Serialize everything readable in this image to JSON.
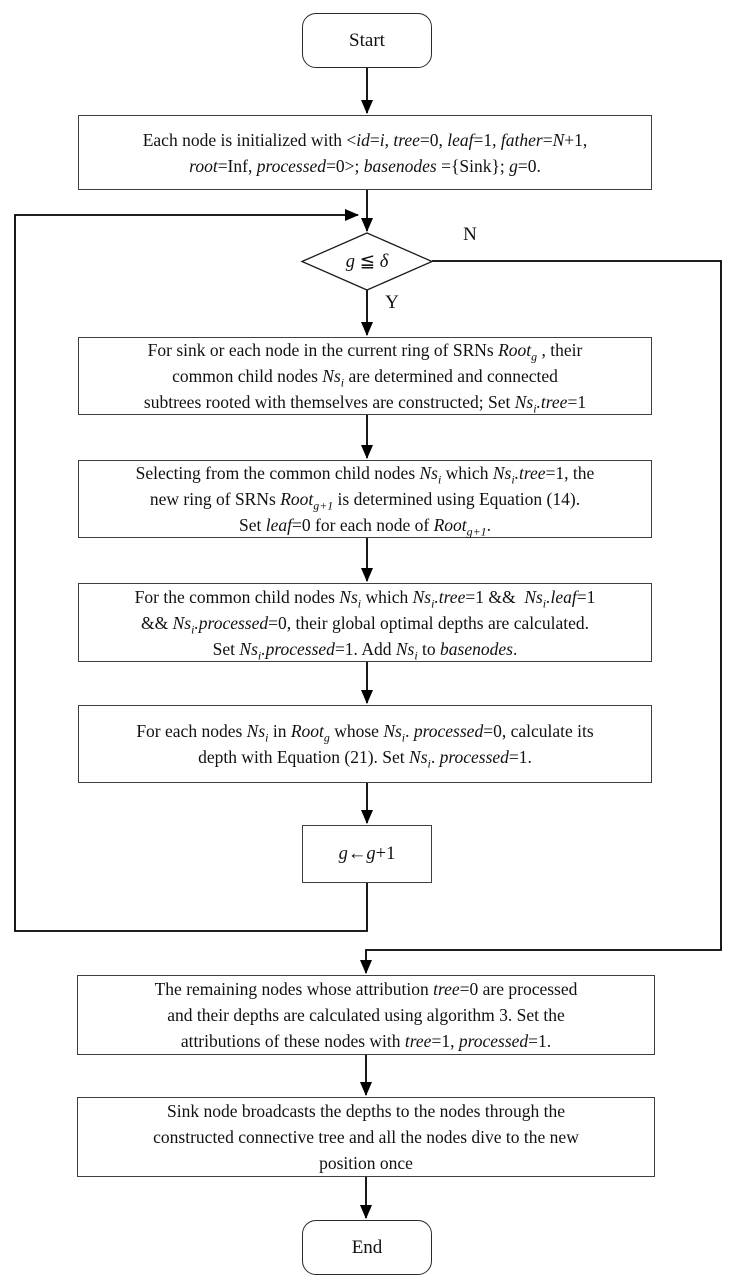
{
  "colors": {
    "line": "#000000",
    "box_border": "#3f3f3f",
    "background": "#ffffff",
    "text": "#111111"
  },
  "edge_labels": {
    "no": "N",
    "yes": "Y"
  },
  "nodes": {
    "start": {
      "label": "Start"
    },
    "end": {
      "label": "End"
    },
    "decision": {
      "lines": [
        [
          {
            "t": "g",
            "s": "i"
          },
          {
            "t": " ≦ "
          },
          {
            "t": "δ",
            "s": "i"
          }
        ]
      ]
    },
    "init": {
      "lines": [
        [
          {
            "t": "Each node is initialized with <"
          },
          {
            "t": "id",
            "s": "i"
          },
          {
            "t": "="
          },
          {
            "t": "i",
            "s": "i"
          },
          {
            "t": ", "
          },
          {
            "t": "tree",
            "s": "i"
          },
          {
            "t": "=0, "
          },
          {
            "t": "leaf",
            "s": "i"
          },
          {
            "t": "=1, "
          },
          {
            "t": "father",
            "s": "i"
          },
          {
            "t": "="
          },
          {
            "t": "N",
            "s": "i"
          },
          {
            "t": "+1,"
          }
        ],
        [
          {
            "t": "root",
            "s": "i"
          },
          {
            "t": "=Inf, "
          },
          {
            "t": "processed",
            "s": "i"
          },
          {
            "t": "=0>; "
          },
          {
            "t": "basenodes",
            "s": "i"
          },
          {
            "t": " ={Sink}; "
          },
          {
            "t": "g",
            "s": "i"
          },
          {
            "t": "=0."
          }
        ]
      ]
    },
    "box1": {
      "lines": [
        [
          {
            "t": "For sink or each node in the current ring of SRNs "
          },
          {
            "t": "Root",
            "s": "i"
          },
          {
            "t": "g",
            "s": "isub"
          },
          {
            "t": " , their"
          }
        ],
        [
          {
            "t": "common child nodes "
          },
          {
            "t": "Ns",
            "s": "i"
          },
          {
            "t": "i",
            "s": "isub"
          },
          {
            "t": " are determined and connected"
          }
        ],
        [
          {
            "t": "subtrees rooted with themselves are constructed; Set "
          },
          {
            "t": "Ns",
            "s": "i"
          },
          {
            "t": "i",
            "s": "isub"
          },
          {
            "t": ".tree",
            "s": "i"
          },
          {
            "t": "=1"
          }
        ]
      ]
    },
    "box2": {
      "lines": [
        [
          {
            "t": "Selecting from the common child nodes "
          },
          {
            "t": "Ns",
            "s": "i"
          },
          {
            "t": "i",
            "s": "isub"
          },
          {
            "t": " which "
          },
          {
            "t": "Ns",
            "s": "i"
          },
          {
            "t": "i",
            "s": "isub"
          },
          {
            "t": ".tree",
            "s": "i"
          },
          {
            "t": "=1, the"
          }
        ],
        [
          {
            "t": "new ring of SRNs "
          },
          {
            "t": "Root",
            "s": "i"
          },
          {
            "t": "g+1",
            "s": "isub"
          },
          {
            "t": " is determined using Equation (14)."
          }
        ],
        [
          {
            "t": "Set "
          },
          {
            "t": "leaf",
            "s": "i"
          },
          {
            "t": "=0 for each node of "
          },
          {
            "t": "Root",
            "s": "i"
          },
          {
            "t": "g+1",
            "s": "isub"
          },
          {
            "t": "."
          }
        ]
      ]
    },
    "box3": {
      "lines": [
        [
          {
            "t": "For the common child nodes "
          },
          {
            "t": "Ns",
            "s": "i"
          },
          {
            "t": "i",
            "s": "isub"
          },
          {
            "t": " which "
          },
          {
            "t": "Ns",
            "s": "i"
          },
          {
            "t": "i",
            "s": "isub"
          },
          {
            "t": ".tree",
            "s": "i"
          },
          {
            "t": "=1 &&  "
          },
          {
            "t": "Ns",
            "s": "i"
          },
          {
            "t": "i",
            "s": "isub"
          },
          {
            "t": ".leaf",
            "s": "i"
          },
          {
            "t": "=1"
          }
        ],
        [
          {
            "t": "&& "
          },
          {
            "t": "Ns",
            "s": "i"
          },
          {
            "t": "i",
            "s": "isub"
          },
          {
            "t": ".processed",
            "s": "i"
          },
          {
            "t": "=0, their global optimal depths are calculated."
          }
        ],
        [
          {
            "t": "Set "
          },
          {
            "t": "Ns",
            "s": "i"
          },
          {
            "t": "i",
            "s": "isub"
          },
          {
            "t": ".processed",
            "s": "i"
          },
          {
            "t": "=1. Add "
          },
          {
            "t": "Ns",
            "s": "i"
          },
          {
            "t": "i",
            "s": "isub"
          },
          {
            "t": " to "
          },
          {
            "t": "basenodes",
            "s": "i"
          },
          {
            "t": "."
          }
        ]
      ]
    },
    "box4": {
      "lines": [
        [
          {
            "t": "For each nodes "
          },
          {
            "t": "Ns",
            "s": "i"
          },
          {
            "t": "i",
            "s": "isub"
          },
          {
            "t": " in "
          },
          {
            "t": "Root",
            "s": "i"
          },
          {
            "t": "g",
            "s": "isub"
          },
          {
            "t": " whose "
          },
          {
            "t": "Ns",
            "s": "i"
          },
          {
            "t": "i",
            "s": "isub"
          },
          {
            "t": ". "
          },
          {
            "t": "processed",
            "s": "i"
          },
          {
            "t": "=0, calculate its"
          }
        ],
        [
          {
            "t": "depth with Equation (21). Set "
          },
          {
            "t": "Ns",
            "s": "i"
          },
          {
            "t": "i",
            "s": "isub"
          },
          {
            "t": ". "
          },
          {
            "t": "processed",
            "s": "i"
          },
          {
            "t": "=1."
          }
        ]
      ]
    },
    "box5": {
      "lines": [
        [
          {
            "t": "g",
            "s": "i"
          },
          {
            "t": "←"
          },
          {
            "t": "g",
            "s": "i"
          },
          {
            "t": "+1"
          }
        ]
      ]
    },
    "box6": {
      "lines": [
        [
          {
            "t": "The remaining nodes whose attribution "
          },
          {
            "t": "tree",
            "s": "i"
          },
          {
            "t": "=0 are processed"
          }
        ],
        [
          {
            "t": "and their depths are calculated using algorithm 3. Set the"
          }
        ],
        [
          {
            "t": "attributions of these nodes with "
          },
          {
            "t": "tree",
            "s": "i"
          },
          {
            "t": "=1, "
          },
          {
            "t": "processed",
            "s": "i"
          },
          {
            "t": "=1."
          }
        ]
      ]
    },
    "box7": {
      "lines": [
        [
          {
            "t": "Sink node broadcasts the depths to the nodes through the"
          }
        ],
        [
          {
            "t": "constructed connective tree and all the nodes dive to the new"
          }
        ],
        [
          {
            "t": "position once"
          }
        ]
      ]
    }
  }
}
